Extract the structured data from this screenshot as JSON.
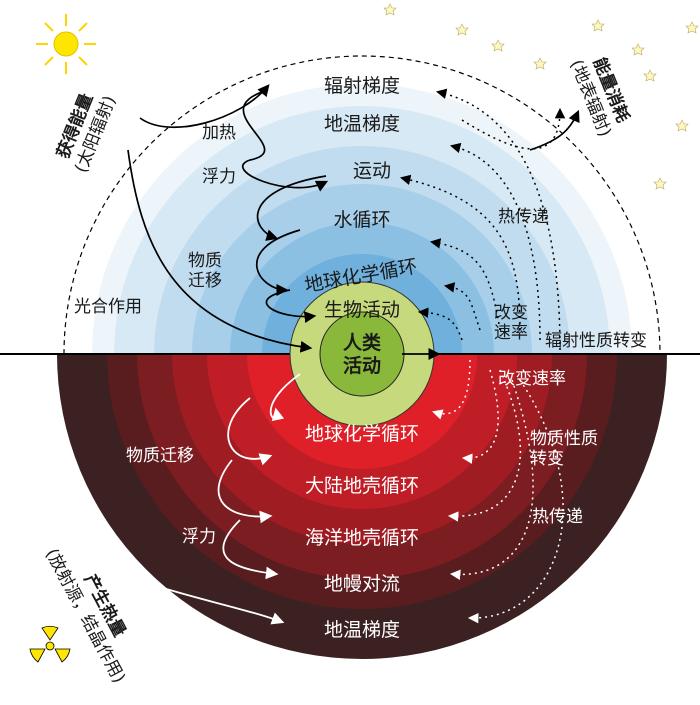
{
  "atmosphere": {
    "rings": [
      "辐射梯度",
      "地温梯度",
      "运动",
      "水循环",
      "地球化学循环",
      "生物活动"
    ],
    "core_label_1": "人类",
    "core_label_2": "活动",
    "labels": {
      "heating": "加热",
      "buoyancy": "浮力",
      "mass_transfer_1": "物质",
      "mass_transfer_2": "迁移",
      "photosynthesis": "光合作用",
      "heat_transfer": "热传递",
      "rate_change_1": "改变",
      "rate_change_2": "速率",
      "radiation_change": "辐射性质转变"
    },
    "energy_in_title": "获得能量",
    "energy_in_sub": "(太阳辐射)",
    "energy_out_title": "能量消耗",
    "energy_out_sub": "(地表辐射)"
  },
  "interior": {
    "rings": [
      "地球化学循环",
      "大陆地壳循环",
      "海洋地壳循环",
      "地幔对流",
      "地温梯度"
    ],
    "labels": {
      "mass_transfer": "物质迁移",
      "buoyancy": "浮力",
      "rate_change": "改变速率",
      "property_change_1": "物质性质",
      "property_change_2": "转变",
      "heat_transfer": "热传递"
    },
    "heat_source_title": "产生热量",
    "heat_source_sub": "(放射源，结晶作用)"
  },
  "colors": {
    "sky_outer": "#ffffff",
    "sky_ring_1": "#e1eef6",
    "sky_ring_2": "#c9e2f1",
    "sky_ring_3": "#afd4ec",
    "sky_ring_4": "#94c5e6",
    "sky_ring_5": "#79b4dc",
    "bio_green": "#c5d97a",
    "human_green": "#8ab83a",
    "earth_red_1": "#e2202a",
    "earth_red_2": "#c81f28",
    "earth_red_3": "#9c1c22",
    "earth_dark_1": "#6d1f21",
    "earth_dark_2": "#4a1c1c",
    "earth_dark_3": "#3b2020",
    "sun": "#ffe600",
    "radiation_symbol": "#ffe600"
  },
  "icons": [
    "sun-icon",
    "star-icon",
    "radiation-icon"
  ]
}
